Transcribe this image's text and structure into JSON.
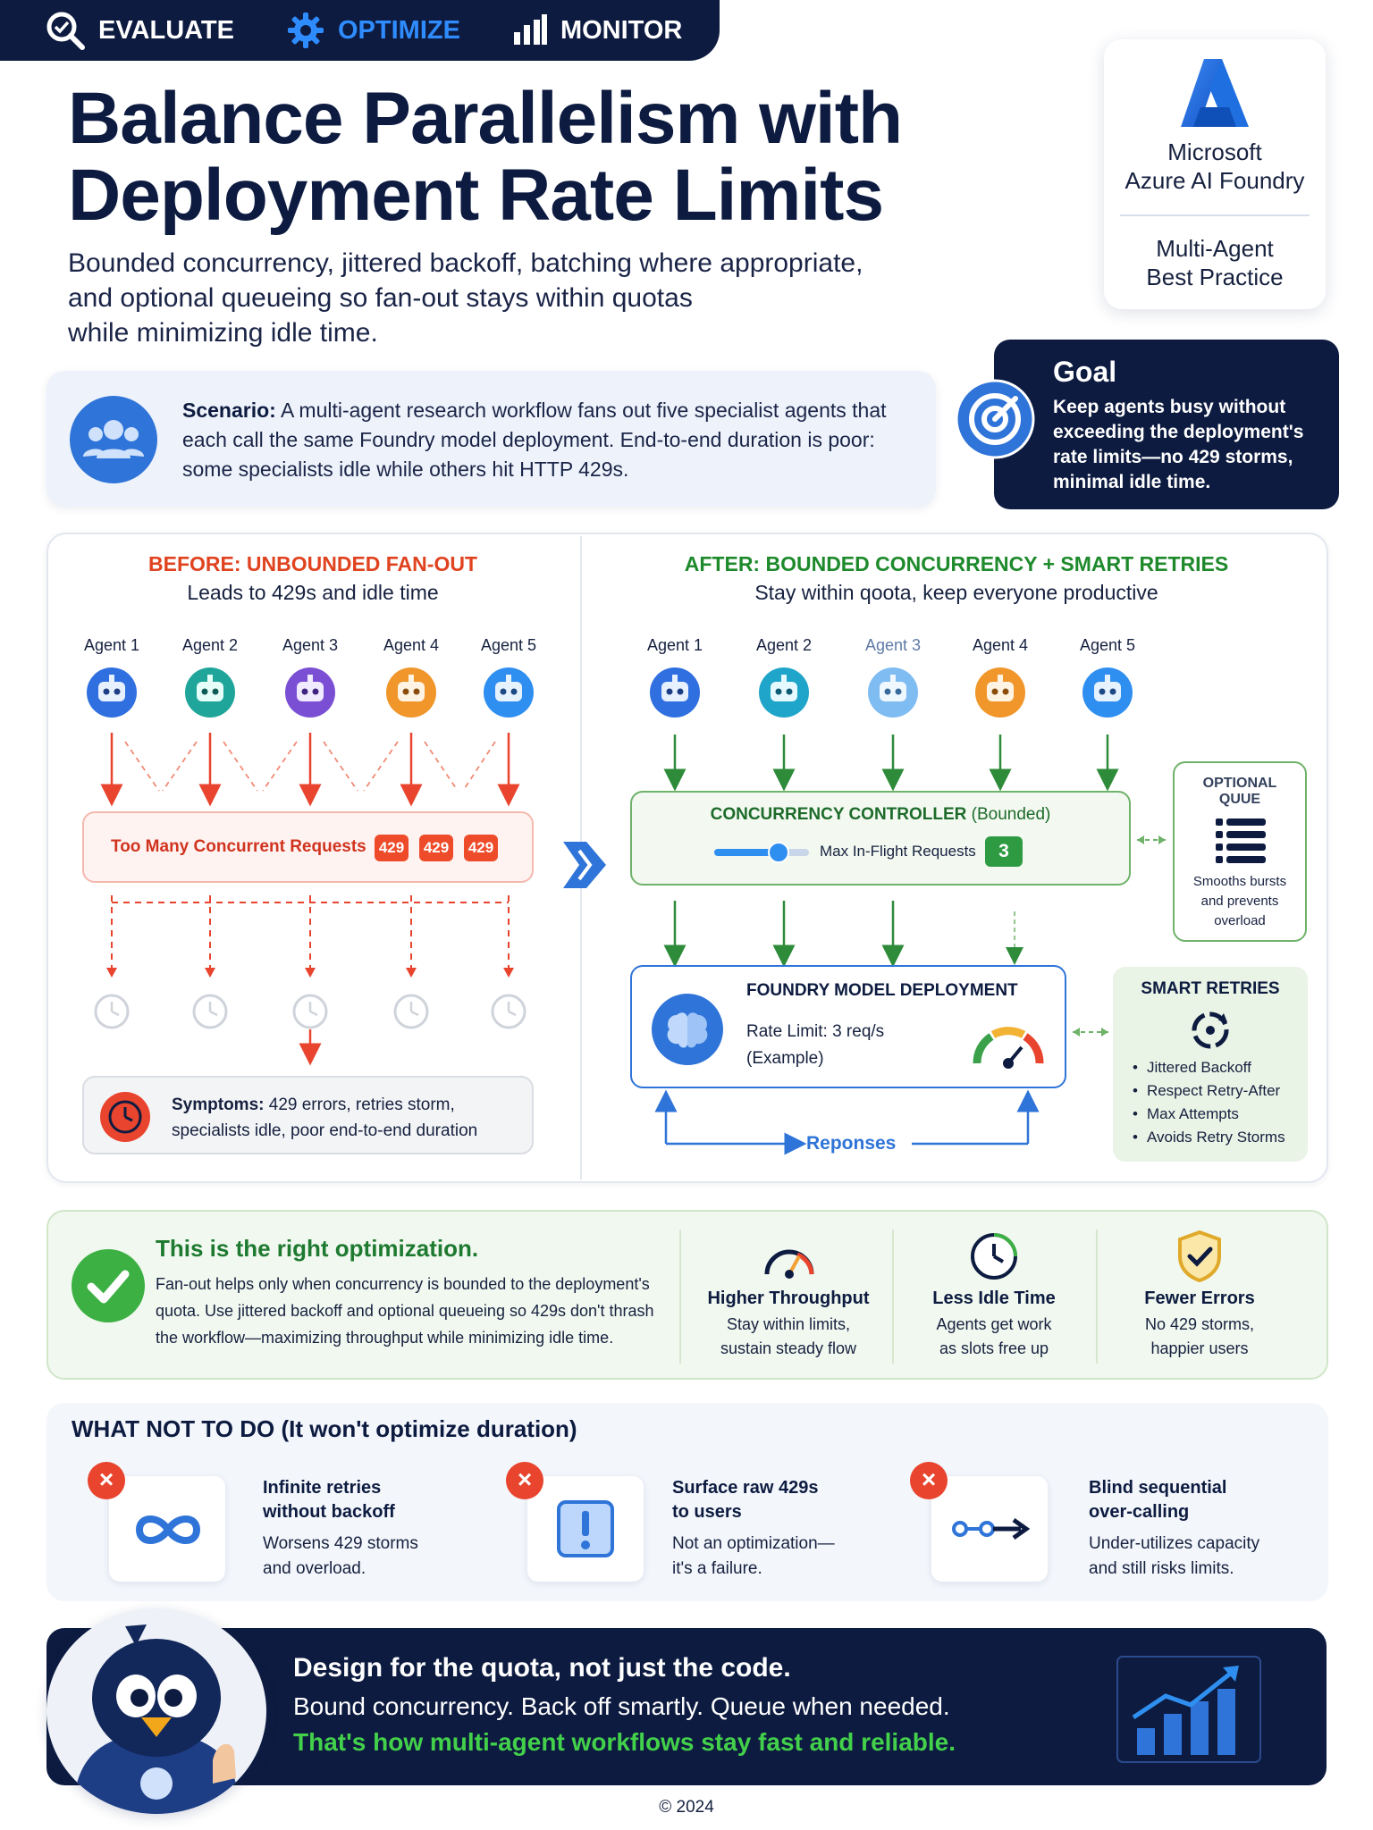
{
  "nav": {
    "items": [
      {
        "label": "EVALUATE",
        "icon": "search-check-icon"
      },
      {
        "label": "OPTIMIZE",
        "icon": "gear-icon",
        "active": true
      },
      {
        "label": "MONITOR",
        "icon": "bar-chart-icon"
      }
    ]
  },
  "title": "Balance Parallelism with Deployment Rate Limits",
  "subtitle": "Bounded concurrency, jittered backoff, batching where appropriate,\nand optional queueing so fan-out stays within quotas\nwhile minimizing idle time.",
  "brand": {
    "name": "Microsoft\nAzure AI Foundry",
    "tag": "Multi-Agent\nBest Practice",
    "logo_color": "#1f6fe0"
  },
  "scenario": {
    "label": "Scenario:",
    "text": " A multi-agent research workflow fans out five specialist agents that each call the same Foundry model deployment. End-to-end duration is poor: some specialists idle while others hit HTTP 429s."
  },
  "goal": {
    "title": "Goal",
    "text": "Keep agents busy without exceeding the deployment's rate limits—no 429 storms, minimal idle time."
  },
  "before": {
    "heading": "BEFORE: UNBOUNDED FAN-OUT",
    "sub": "Leads to 429s and idle time",
    "agents": [
      "Agent 1",
      "Agent 2",
      "Agent 3",
      "Agent 4",
      "Agent 5"
    ],
    "too_many": "Too Many Concurrent Requests",
    "badges": [
      "429",
      "429",
      "429"
    ],
    "symptoms_label": "Symptoms:",
    "symptoms_text": " 429 errors, retries storm, specialists idle, poor end-to-end duration",
    "heading_color": "#e0431f"
  },
  "after": {
    "heading": "AFTER: BOUNDED CONCURRENCY + SMART RETRIES",
    "sub": "Stay within qoota, keep everyone productive",
    "agents": [
      "Agent 1",
      "Agent 2",
      "Agent 3",
      "Agent 4",
      "Agent 5"
    ],
    "controller_title": "CONCURRENCY CONTROLLER",
    "controller_suffix": " (Bounded)",
    "max_label": "Max In-Flight Requests",
    "max_value": "3",
    "queue_title": "OPTIONAL\nQUUE",
    "queue_text": "Smooths bursts\nand prevents\noverload",
    "foundry_title": "FOUNDRY MODEL DEPLOYMENT",
    "foundry_text": "Rate Limit: 3 req/s\n(Example)",
    "retries_title": "SMART RETRIES",
    "retries_items": [
      "Jittered Backoff",
      "Respect Retry-After",
      "Max Attempts",
      "Avoids Retry Storms"
    ],
    "responses": "Reponses",
    "heading_color": "#1e8a2c"
  },
  "optimization": {
    "title": "This is the right optimization.",
    "text": "Fan-out helps only when concurrency is bounded to the deployment's quota. Use jittered backoff and optional queueing so 429s don't thrash the workflow—maximizing throughput while minimizing idle time.",
    "benefits": [
      {
        "title": "Higher Throughput",
        "text": "Stay within limits,\nsustain steady flow",
        "icon": "speedometer-icon"
      },
      {
        "title": "Less Idle Time",
        "text": "Agents get work\nas slots free up",
        "icon": "clock-icon"
      },
      {
        "title": "Fewer Errors",
        "text": "No 429 storms,\nhappier users",
        "icon": "shield-check-icon"
      }
    ]
  },
  "not_to_do": {
    "title": "WHAT NOT TO DO (It won't optimize duration)",
    "items": [
      {
        "title": "Infinite retries\nwithout backoff",
        "text": "Worsens 429 storms\nand overload.",
        "icon": "infinity-icon"
      },
      {
        "title": "Surface raw 429s\nto users",
        "text": "Not an optimization—\nit's a failure.",
        "icon": "alert-icon"
      },
      {
        "title": "Blind sequential\nover-calling",
        "text": "Under-utilizes capacity\nand still risks limits.",
        "icon": "sequence-arrow-icon"
      }
    ]
  },
  "footer": {
    "line1": "Design for the quota, not just the code.",
    "line2": "Bound concurrency. Back off smartly. Queue when needed.",
    "line3": "That's how multi-agent workflows stay fast and reliable.",
    "copyright": "© 2024"
  }
}
